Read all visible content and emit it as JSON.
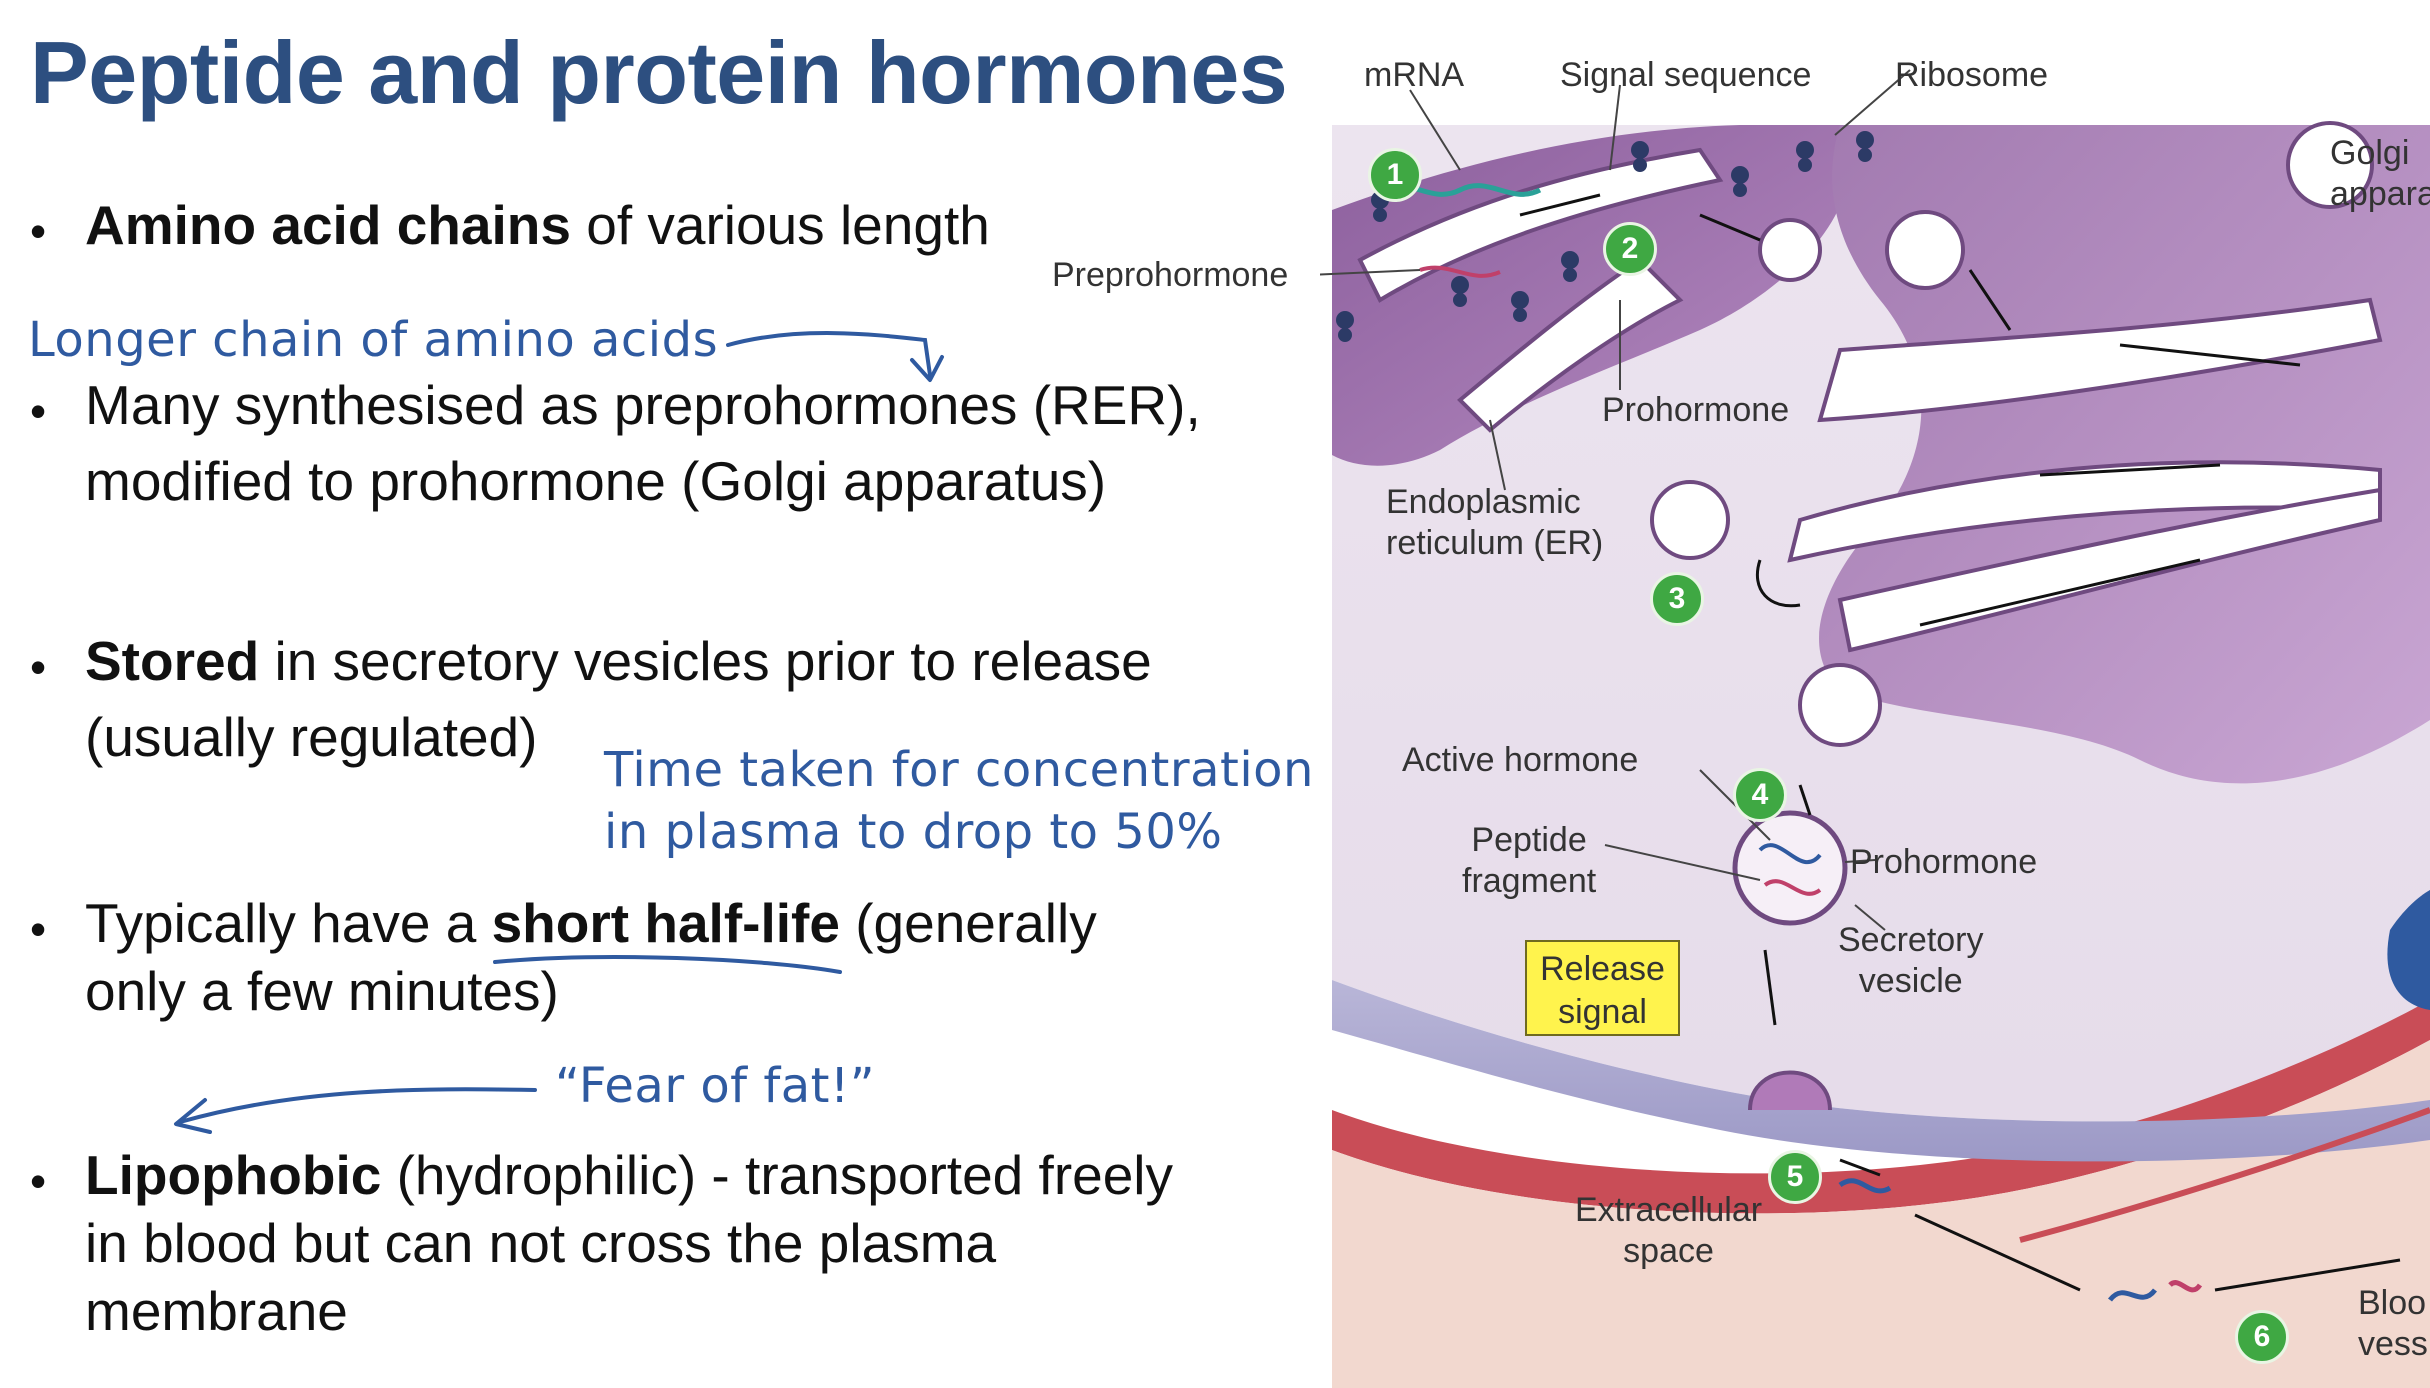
{
  "slide": {
    "title": "Peptide and protein hormones"
  },
  "bullets": {
    "b1_bold": "Amino acid chains",
    "b1_rest": " of various length",
    "b2_line1": "Many synthesised as preprohormones (RER),",
    "b2_line2": "modified to prohormone (Golgi apparatus)",
    "b3_bold": "Stored",
    "b3_rest": " in secretory vesicles prior to release",
    "b3_line2": "(usually regulated)",
    "b4_pre": "Typically have a ",
    "b4_bold": "short half-life",
    "b4_rest": " (generally",
    "b4_line2": "only a few minutes)",
    "b5_bold": "Lipophobic",
    "b5_rest": " (hydrophilic) - transported freely",
    "b5_line2": "in blood but can not cross the plasma",
    "b5_line3": "membrane"
  },
  "annotations": {
    "longer_chain": "Longer chain of amino acids",
    "half_life_line1": "Time taken for concentration",
    "half_life_line2": "in plasma to drop to 50%",
    "fear_of_fat": "“Fear of fat!”"
  },
  "diagram": {
    "labels": {
      "mrna": "mRNA",
      "signal_sequence": "Signal sequence",
      "ribosome": "Ribosome",
      "golgi_line1": "Golgi",
      "golgi_line2": "appara",
      "preprohormone": "Preprohormone",
      "prohormone_top": "Prohormone",
      "er_line1": "Endoplasmic",
      "er_line2": "reticulum (ER)",
      "active_hormone": "Active hormone",
      "peptide_line1": "Peptide",
      "peptide_line2": "fragment",
      "prohormone_vesicle": "Prohormone",
      "secretory_line1": "Secretory",
      "secretory_line2": "vesicle",
      "release_line1": "Release",
      "release_line2": "signal",
      "extracellular_line1": "Extracellular",
      "extracellular_line2": "space",
      "blood_line1": "Bloo",
      "blood_line2": "vess"
    },
    "steps": [
      "1",
      "2",
      "3",
      "4",
      "5",
      "6"
    ]
  }
}
